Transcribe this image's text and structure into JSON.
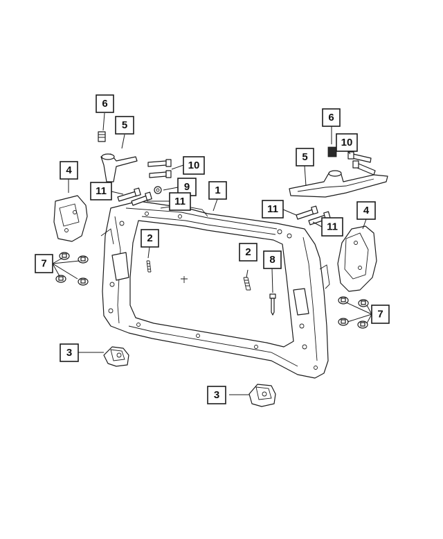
{
  "diagram": {
    "callouts": [
      {
        "id": "c6-left",
        "label": "6"
      },
      {
        "id": "c5-left",
        "label": "5"
      },
      {
        "id": "c4-left",
        "label": "4"
      },
      {
        "id": "c10-left",
        "label": "10"
      },
      {
        "id": "c11-left",
        "label": "11"
      },
      {
        "id": "c9",
        "label": "9"
      },
      {
        "id": "c11-center",
        "label": "11"
      },
      {
        "id": "c1",
        "label": "1"
      },
      {
        "id": "c2-left",
        "label": "2"
      },
      {
        "id": "c7-left",
        "label": "7"
      },
      {
        "id": "c3-left",
        "label": "3"
      },
      {
        "id": "c6-right",
        "label": "6"
      },
      {
        "id": "c10-right",
        "label": "10"
      },
      {
        "id": "c5-right",
        "label": "5"
      },
      {
        "id": "c11-right-top",
        "label": "11"
      },
      {
        "id": "c11-right-bottom",
        "label": "11"
      },
      {
        "id": "c4-right",
        "label": "4"
      },
      {
        "id": "c2-right",
        "label": "2"
      },
      {
        "id": "c8",
        "label": "8"
      },
      {
        "id": "c7-right",
        "label": "7"
      },
      {
        "id": "c3-right",
        "label": "3"
      }
    ]
  }
}
